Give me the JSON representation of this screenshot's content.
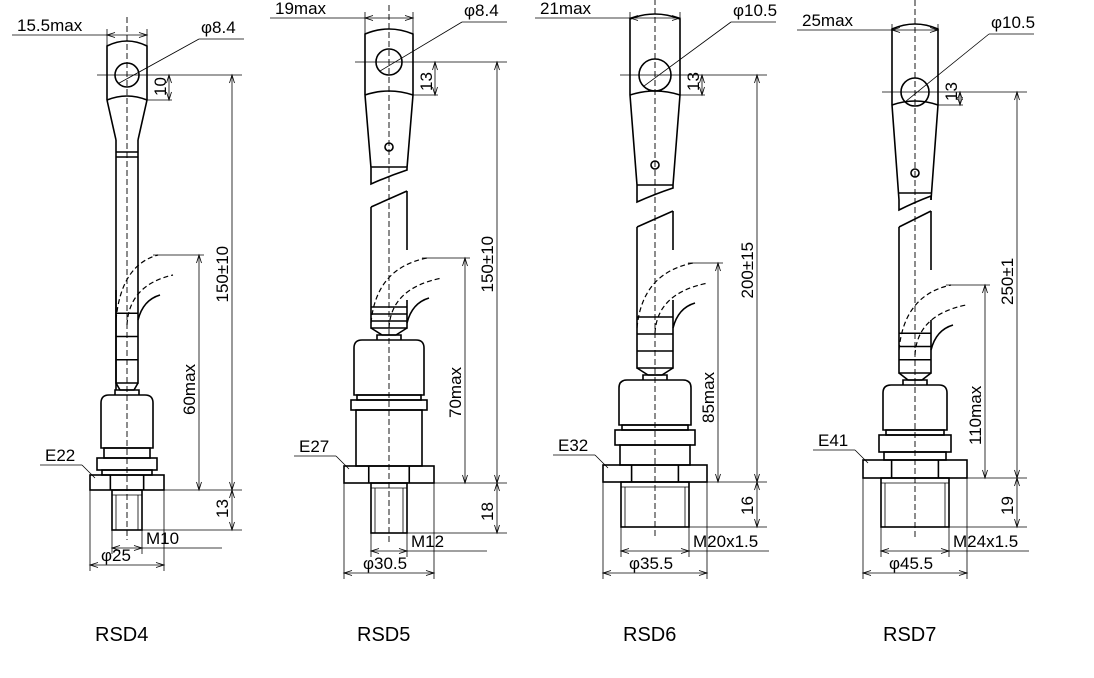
{
  "devices": [
    {
      "name": "RSD4",
      "width": "15.5max",
      "hole": "φ8.4",
      "lug_offset": "10",
      "length": "150±10",
      "lead": "60max",
      "stud_len": "13",
      "thread": "M10",
      "flange": "φ25",
      "hex": "E22"
    },
    {
      "name": "RSD5",
      "width": "19max",
      "hole": "φ8.4",
      "lug_offset": "13",
      "length": "150±10",
      "lead": "70max",
      "stud_len": "18",
      "thread": "M12",
      "flange": "φ30.5",
      "hex": "E27"
    },
    {
      "name": "RSD6",
      "width": "21max",
      "hole": "φ10.5",
      "lug_offset": "13",
      "length": "200±15",
      "lead": "85max",
      "stud_len": "16",
      "thread": "M20x1.5",
      "flange": "φ35.5",
      "hex": "E32"
    },
    {
      "name": "RSD7",
      "width": "25max",
      "hole": "φ10.5",
      "lug_offset": "13",
      "length": "250±1",
      "lead": "110max",
      "stud_len": "19",
      "thread": "M24x1.5",
      "flange": "φ45.5",
      "hex": "E41"
    }
  ]
}
